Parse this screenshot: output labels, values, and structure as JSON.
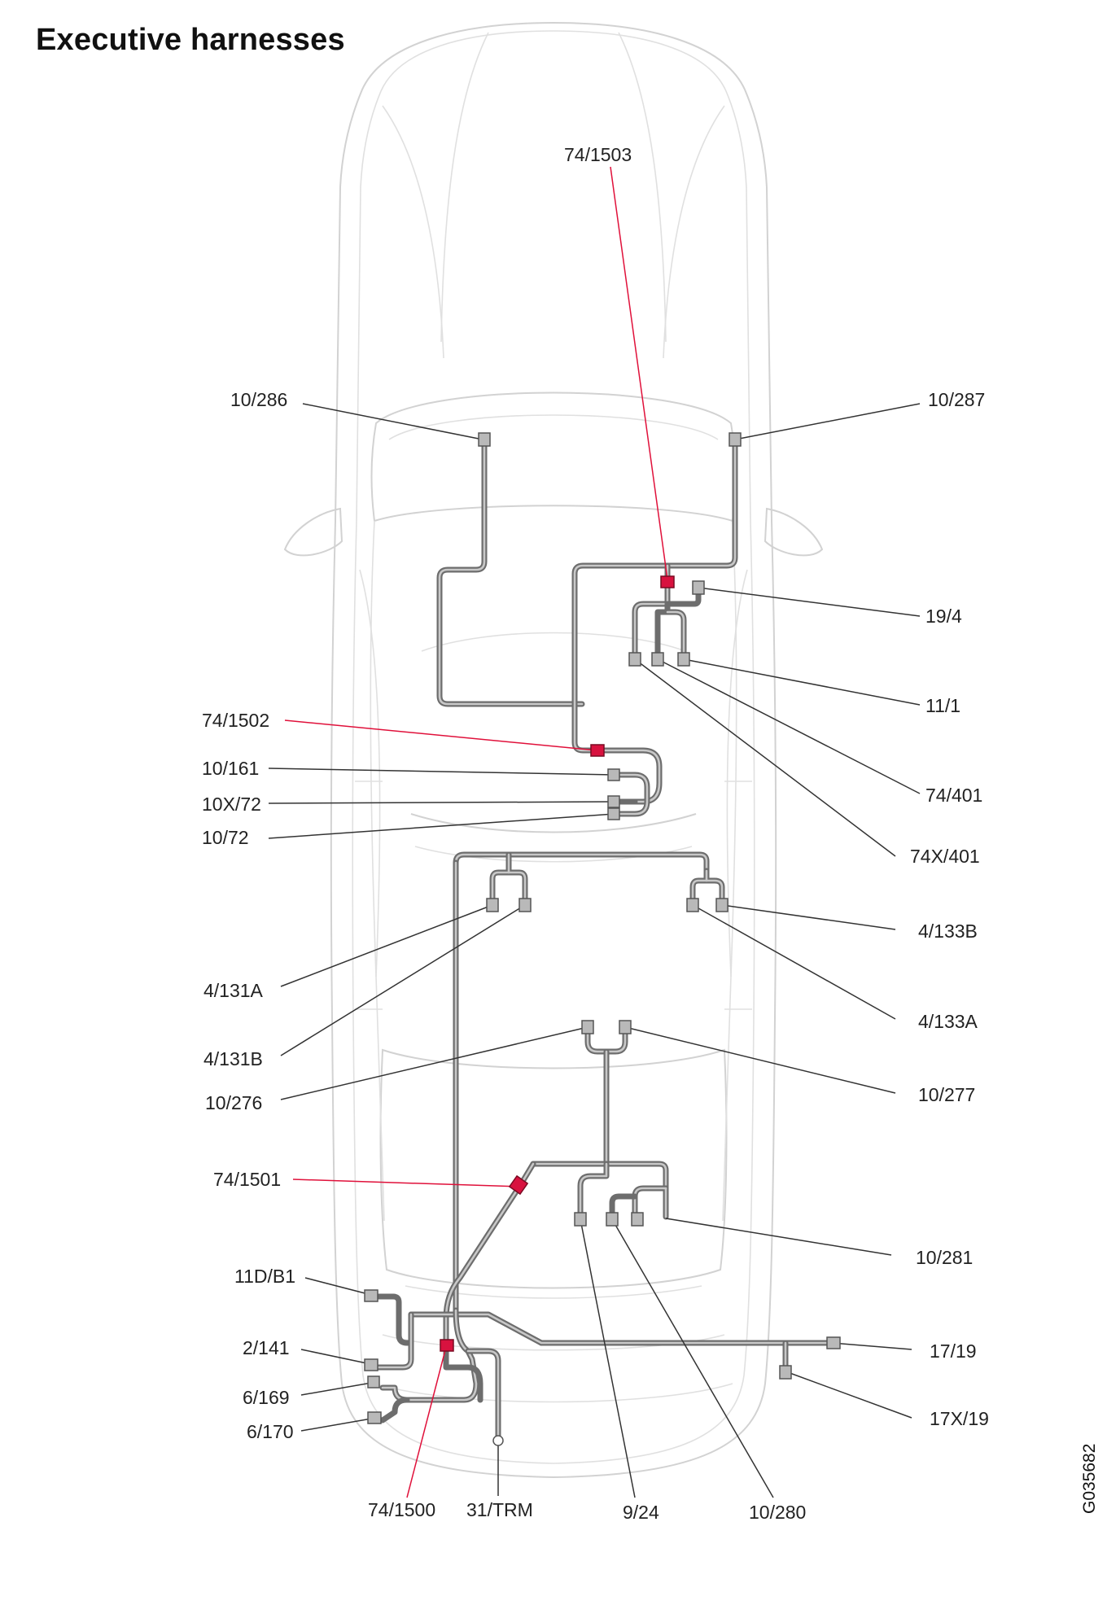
{
  "title": "Executive harnesses",
  "figure_code": "G035682",
  "colors": {
    "harness": "#6d6d6d",
    "connector": "#b9b9b9",
    "red_connector": "#d8123f",
    "red_leader": "#e0103a",
    "outline": "#d2d2d2"
  },
  "connectors": [
    {
      "id": "10/286"
    },
    {
      "id": "10/287"
    },
    {
      "id": "74/1503"
    },
    {
      "id": "19/4"
    },
    {
      "id": "11/1"
    },
    {
      "id": "74/401"
    },
    {
      "id": "74X/401"
    },
    {
      "id": "74/1502"
    },
    {
      "id": "10/161"
    },
    {
      "id": "10X/72"
    },
    {
      "id": "10/72"
    },
    {
      "id": "4/131A"
    },
    {
      "id": "4/131B"
    },
    {
      "id": "4/133B"
    },
    {
      "id": "4/133A"
    },
    {
      "id": "10/276"
    },
    {
      "id": "10/277"
    },
    {
      "id": "74/1501"
    },
    {
      "id": "10/281"
    },
    {
      "id": "11D/B1"
    },
    {
      "id": "2/141"
    },
    {
      "id": "6/169"
    },
    {
      "id": "6/170"
    },
    {
      "id": "17/19"
    },
    {
      "id": "17X/19"
    },
    {
      "id": "74/1500"
    },
    {
      "id": "31/TRM"
    },
    {
      "id": "9/24"
    },
    {
      "id": "10/280"
    }
  ]
}
